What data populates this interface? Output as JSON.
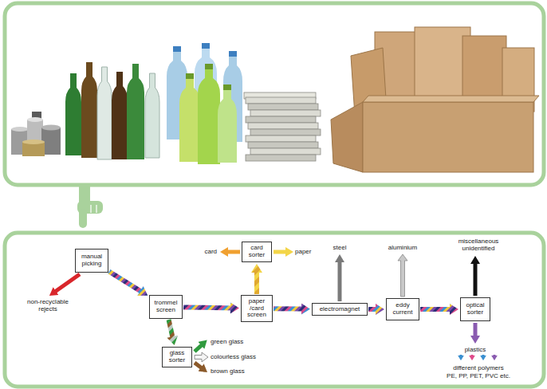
{
  "diagram": {
    "nodes": [
      {
        "text": [
          "manual picking"
        ]
      },
      {
        "text": [
          "trommel screen"
        ]
      },
      {
        "text": [
          "glass sorter"
        ]
      },
      {
        "text": [
          "card sorter"
        ]
      },
      {
        "text": [
          "paper /card screen"
        ]
      },
      {
        "text": [
          "electromagnet"
        ]
      },
      {
        "text": [
          "eddy current"
        ]
      },
      {
        "text": [
          "optical sorter"
        ]
      }
    ],
    "edges": [
      {
        "from": 0,
        "to": 1,
        "arrow": "to"
      },
      {
        "from": 1,
        "to": 2,
        "arrow": "to"
      },
      {
        "from": 1,
        "to": 4,
        "arrow": "to"
      },
      {
        "from": 4,
        "to": 3,
        "arrow": "to"
      },
      {
        "from": 4,
        "to": 5,
        "arrow": "to"
      },
      {
        "from": 5,
        "to": 6,
        "arrow": "to"
      },
      {
        "from": 6,
        "to": 7,
        "arrow": "to"
      }
    ],
    "labels": [
      "non-recyclable rejects",
      "card",
      "paper",
      "steel",
      "aluminium",
      "miscellaneous unidentified",
      "green glass",
      "colourless glass",
      "brown glass",
      "plastics",
      "different polymers",
      "PE, PP, PET, PVC etc."
    ]
  }
}
